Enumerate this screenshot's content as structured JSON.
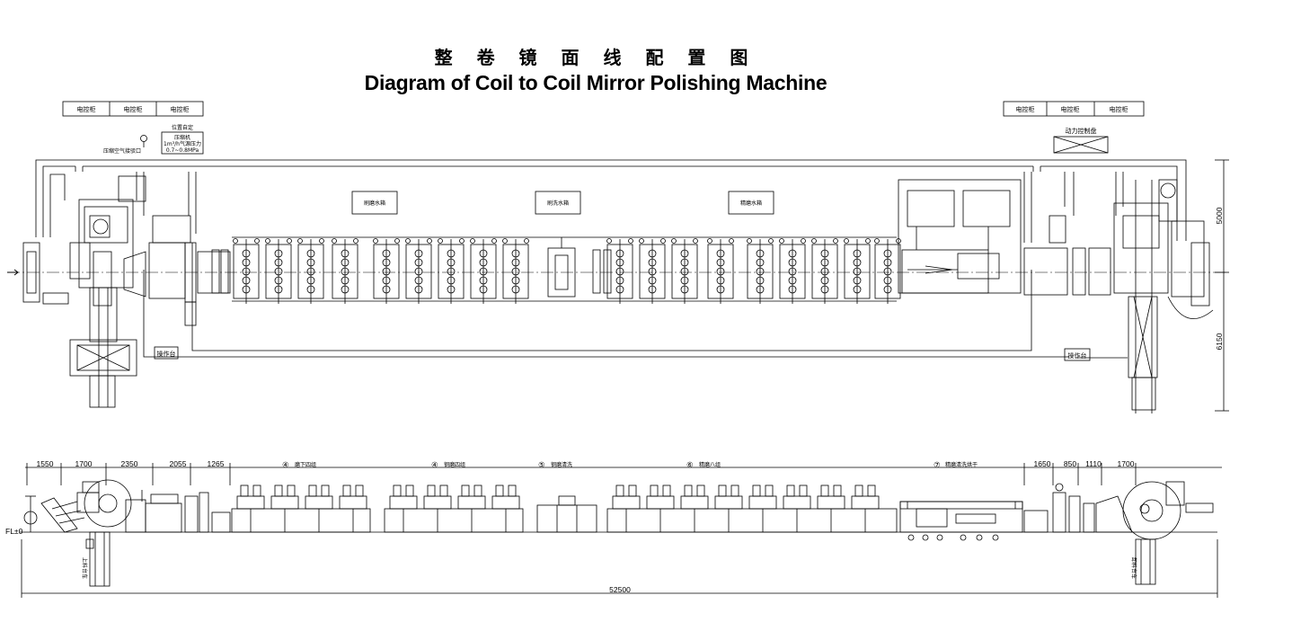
{
  "title_cn": "整 卷 镜 面 线 配 置 图",
  "title_en": "Diagram of Coil to Coil Mirror Polishing Machine",
  "cabinets_left": [
    "电控柜",
    "电控柜",
    "电控柜"
  ],
  "cabinets_right": [
    "电控柜",
    "电控柜",
    "电控柜"
  ],
  "air_note_title": "位置自定",
  "air_note_l1": "压缩机",
  "air_note_l2": "1m³/h气源压力",
  "air_note_l3": "0.7~0.8MPa",
  "air_interface": "压缩空气接驳口",
  "power_panel": "动力控制盘",
  "water_tanks": [
    "刷磨水箱",
    "刷洗水箱",
    "精磨水箱"
  ],
  "operation_desk": "操作台",
  "side_dims": [
    "5000",
    "6150"
  ],
  "dims_left": [
    "1550",
    "1700",
    "2350",
    "2055",
    "1265"
  ],
  "dims_right": [
    "1650",
    "850",
    "1110",
    "1700"
  ],
  "sections": [
    {
      "no": "④",
      "name": "磨下四组"
    },
    {
      "no": "④",
      "name": "钢磨四组"
    },
    {
      "no": "⑤",
      "name": "钢磨清洗"
    },
    {
      "no": "⑥",
      "name": "精磨八组"
    },
    {
      "no": "⑦",
      "name": "精磨清洗烘干"
    }
  ],
  "fl_label": "FL±0",
  "total_length": "52500",
  "car_left": "上料台车",
  "car_right": "卸料台车"
}
